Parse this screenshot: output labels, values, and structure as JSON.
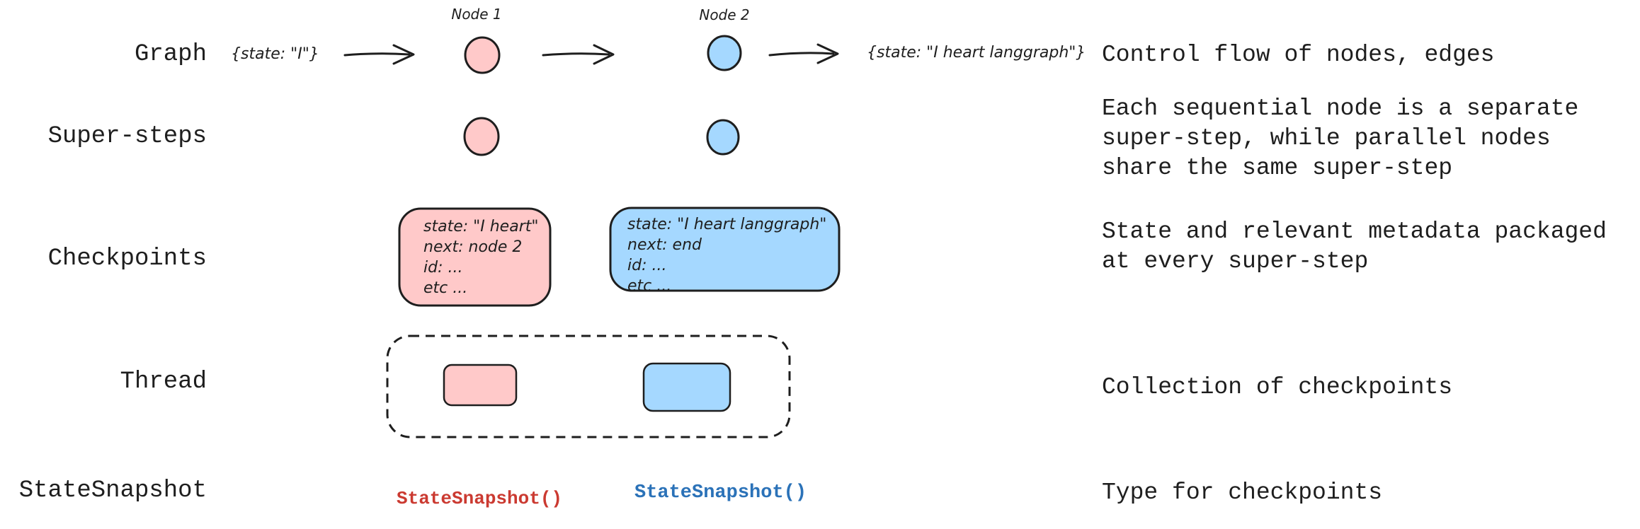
{
  "colors": {
    "ink": "#1e1e1e",
    "pink_fill": "#ffc9c9",
    "blue_fill": "#a5d8ff",
    "red_code": "#cb3a31",
    "blue_code": "#2b72b8"
  },
  "graph_row": {
    "label": "Graph",
    "input_state": "{state: \"I\"}",
    "node1_label": "Node 1",
    "node2_label": "Node 2",
    "output_state": "{state: \"I heart langgraph\"}",
    "description": "Control flow of nodes, edges"
  },
  "super_steps_row": {
    "label": "Super-steps",
    "description": "Each sequential node is a separate\nsuper-step, while parallel nodes\nshare the same super-step"
  },
  "checkpoints_row": {
    "label": "Checkpoints",
    "checkpoint1_lines": [
      "state: \"I heart\"",
      "next: node 2",
      "id: ...",
      "etc ..."
    ],
    "checkpoint2_lines": [
      "state: \"I heart langgraph\"",
      "next: end",
      "id: ...",
      "etc ..."
    ],
    "description": "State and relevant metadata packaged\nat every super-step"
  },
  "thread_row": {
    "label": "Thread",
    "description": "Collection of checkpoints"
  },
  "state_snapshot_row": {
    "label": "StateSnapshot",
    "snapshot1": "StateSnapshot()",
    "snapshot2": "StateSnapshot()",
    "description": "Type for checkpoints"
  }
}
